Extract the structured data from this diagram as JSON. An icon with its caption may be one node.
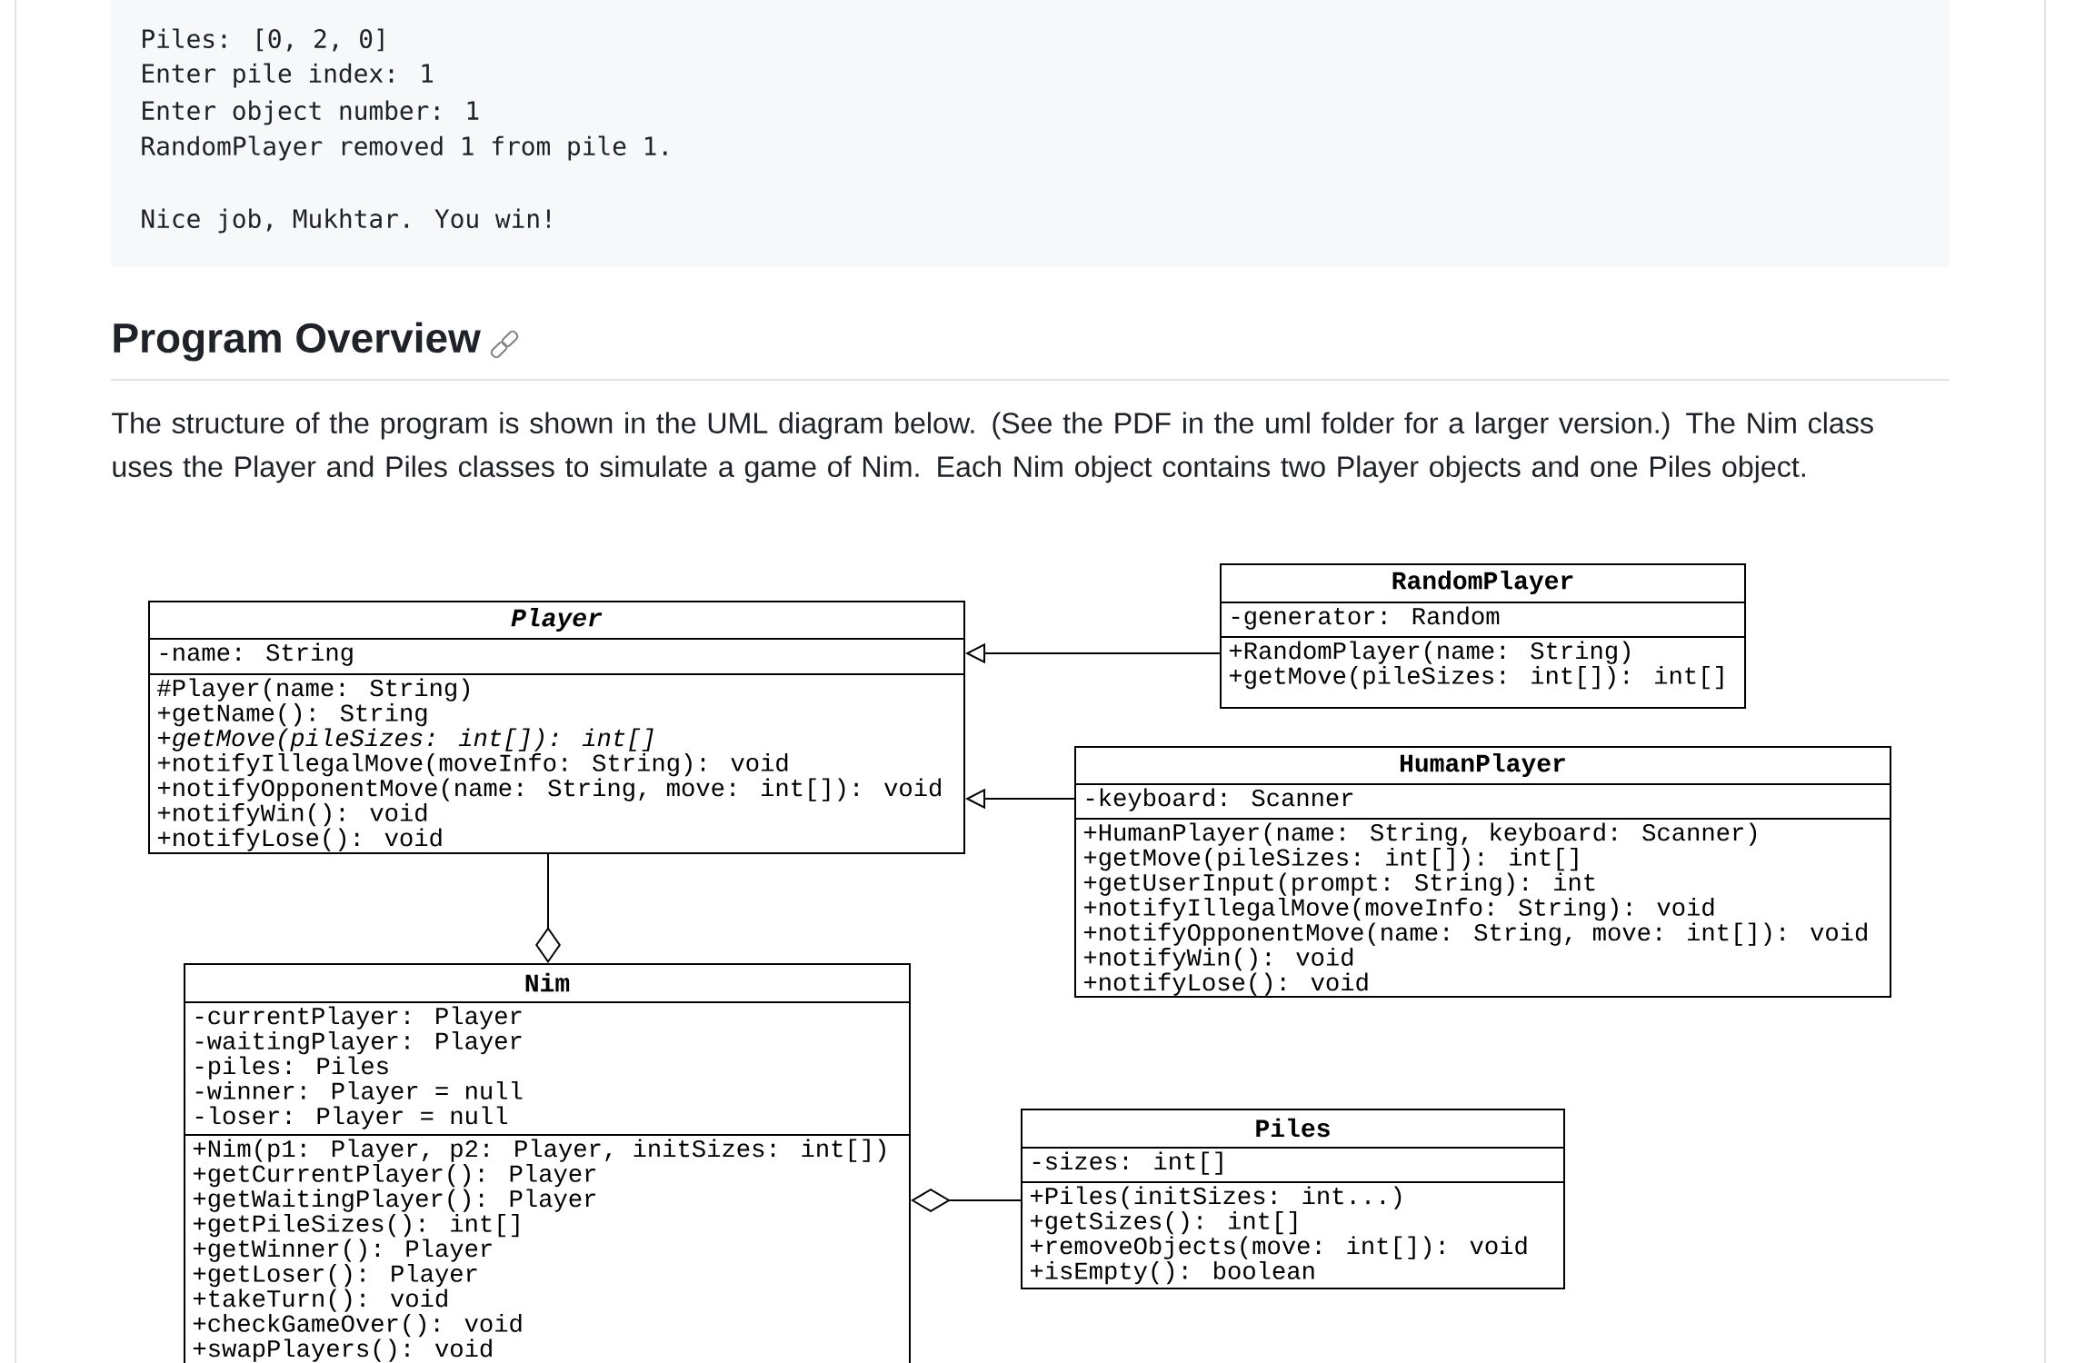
{
  "diagram": {
    "title": "Program Overview",
    "caption": "The structure of the program is shown in the UML diagram below. (See the PDF in the uml folder for a larger version.) The Nim class uses the Player and Piles classes to simulate a game of Nim. Each Nim object contains two Player objects and one Piles object.",
    "labels": [
      "Piles: [0, 2, 0]",
      "Enter pile index: 1",
      "Enter object number: 1",
      "RandomPlayer removed 1 from pile 1.",
      "Nice job, Mukhtar. You win!"
    ],
    "nodes": [
      {
        "text": [
          "*Player*"
        ]
      },
      {
        "text": [
          "-name: String"
        ],
        "in": 0
      },
      {
        "text": [
          "#Player(name: String)",
          "+getName(): String",
          "*+getMove(pileSizes: int[]): int[]*",
          "+notifyIllegalMove(moveInfo: String): void",
          "+notifyOpponentMove(name: String, move: int[]): void",
          "+notifyWin(): void",
          "+notifyLose(): void"
        ],
        "in": 0
      },
      {
        "text": [
          "RandomPlayer"
        ]
      },
      {
        "text": [
          "-generator: Random"
        ],
        "in": 3
      },
      {
        "text": [
          "+RandomPlayer(name: String)",
          "+getMove(pileSizes: int[]): int[]"
        ],
        "in": 3
      },
      {
        "text": [
          "HumanPlayer"
        ]
      },
      {
        "text": [
          "-keyboard: Scanner"
        ],
        "in": 6
      },
      {
        "text": [
          "+HumanPlayer(name: String, keyboard: Scanner)",
          "+getMove(pileSizes: int[]): int[]",
          "+getUserInput(prompt: String): int",
          "+notifyIllegalMove(moveInfo: String): void",
          "+notifyOpponentMove(name: String, move: int[]): void",
          "+notifyWin(): void",
          "+notifyLose(): void"
        ],
        "in": 6
      },
      {
        "text": [
          "Nim"
        ]
      },
      {
        "text": [
          "-currentPlayer: Player",
          "-waitingPlayer: Player",
          "-piles: Piles",
          "-winner: Player = null",
          "-loser: Player = null"
        ],
        "in": 9
      },
      {
        "text": [
          "+Nim(p1: Player, p2: Player, initSizes: int[])",
          "+getCurrentPlayer(): Player",
          "+getWaitingPlayer(): Player",
          "+getPileSizes(): int[]",
          "+getWinner(): Player",
          "+getLoser(): Player",
          "+takeTurn(): void",
          "+checkGameOver(): void",
          "+swapPlayers(): void"
        ],
        "in": 9
      },
      {
        "text": [
          "Piles"
        ]
      },
      {
        "text": [
          "-sizes: int[]"
        ],
        "in": 12
      },
      {
        "text": [
          "+Piles(initSizes: int...)",
          "+getSizes(): int[]",
          "+removeObjects(move: int[]): void",
          "+isEmpty(): boolean"
        ],
        "in": 12
      }
    ],
    "edges": [
      {
        "from": 3,
        "to": 0,
        "arrow": "to"
      },
      {
        "from": 6,
        "to": 0,
        "arrow": "to"
      },
      {
        "from": 0,
        "to": 9,
        "arrow": "other"
      },
      {
        "from": 12,
        "to": 9,
        "arrow": "other"
      }
    ]
  }
}
